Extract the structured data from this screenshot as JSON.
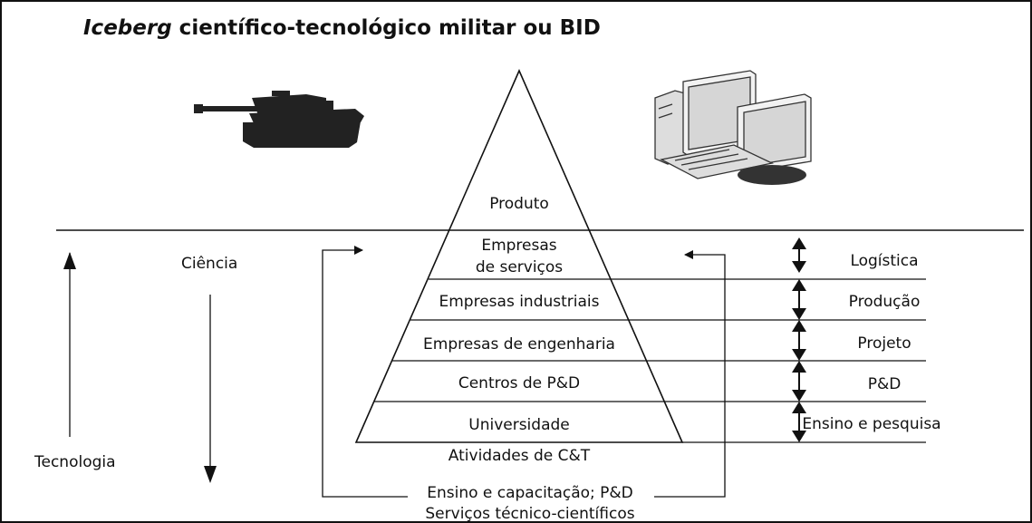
{
  "title": {
    "italic": "Iceberg",
    "rest": " científico-tecnológico militar ou BID"
  },
  "pyramid": {
    "apex": "Produto",
    "levels": [
      {
        "line1": "Empresas",
        "line2": "de serviços"
      },
      {
        "line1": "Empresas industriais"
      },
      {
        "line1": "Empresas de engenharia"
      },
      {
        "line1": "Centros de P&D"
      },
      {
        "line1": "Universidade"
      }
    ],
    "base_label": "Atividades de C&T"
  },
  "right_labels": [
    "Logística",
    "Produção",
    "Projeto",
    "P&D",
    "Ensino e pesquisa"
  ],
  "left": {
    "ciencia": "Ciência",
    "tecnologia": "Tecnologia"
  },
  "bottom": {
    "line1": "Ensino e capacitação; P&D",
    "line2": "Serviços técnico-científicos"
  },
  "icons": {
    "tank": "tank-icon",
    "computer": "computer-icon"
  },
  "colors": {
    "ink": "#111111",
    "background": "#ffffff"
  }
}
